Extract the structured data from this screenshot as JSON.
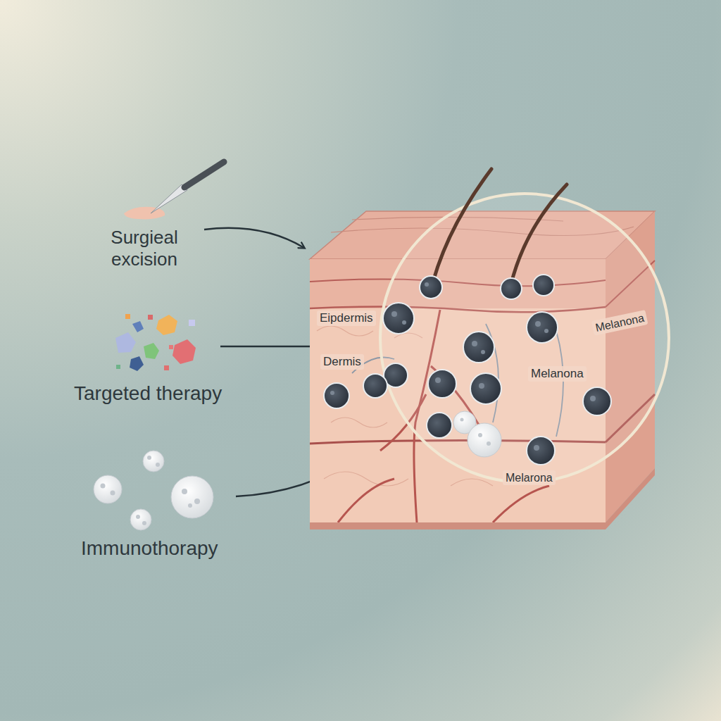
{
  "diagram": {
    "labels": [
      "Surgieal excision",
      "Targeted therapy",
      "Immunothorapy",
      "Eipdermis",
      "Dermis",
      "Melanona",
      "Melanona",
      "Melarona"
    ]
  }
}
